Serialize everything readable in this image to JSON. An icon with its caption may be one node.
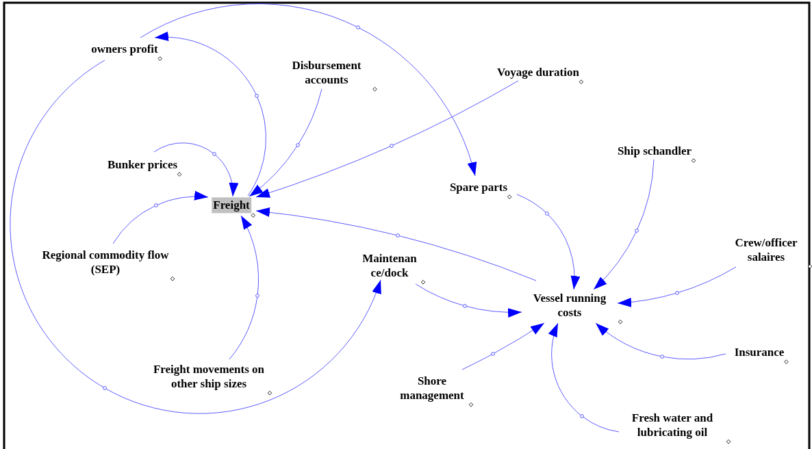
{
  "diagram": {
    "nodes": [
      {
        "text": [
          "owners profit"
        ]
      },
      {
        "text": [
          "Disbursement accounts"
        ]
      },
      {
        "text": [
          "Voyage duration"
        ]
      },
      {
        "text": [
          "Bunker prices"
        ]
      },
      {
        "text": [
          "Freight"
        ]
      },
      {
        "text": [
          "Spare parts"
        ]
      },
      {
        "text": [
          "Ship schandler"
        ]
      },
      {
        "text": [
          "Regional commodity flow (SEP)"
        ]
      },
      {
        "text": [
          "Maintenan ce/dock"
        ]
      },
      {
        "text": [
          "Crew/officer salaires"
        ]
      },
      {
        "text": [
          "Vessel running costs"
        ]
      },
      {
        "text": [
          "Insurance"
        ]
      },
      {
        "text": [
          "Freight movements on other ship sizes"
        ]
      },
      {
        "text": [
          "Shore management"
        ]
      },
      {
        "text": [
          "Fresh water and lubricating oil"
        ]
      }
    ],
    "edges": [
      {
        "from": 4,
        "to": 0,
        "arrow": "to"
      },
      {
        "from": 0,
        "to": 5,
        "arrow": "to"
      },
      {
        "from": 0,
        "to": 8,
        "arrow": "to"
      },
      {
        "from": 1,
        "to": 4,
        "arrow": "to"
      },
      {
        "from": 2,
        "to": 4,
        "arrow": "to"
      },
      {
        "from": 3,
        "to": 4,
        "arrow": "to"
      },
      {
        "from": 7,
        "to": 4,
        "arrow": "to"
      },
      {
        "from": 12,
        "to": 4,
        "arrow": "to"
      },
      {
        "from": 10,
        "to": 4,
        "arrow": "to"
      },
      {
        "from": 5,
        "to": 10,
        "arrow": "to"
      },
      {
        "from": 6,
        "to": 10,
        "arrow": "to"
      },
      {
        "from": 9,
        "to": 10,
        "arrow": "to"
      },
      {
        "from": 8,
        "to": 10,
        "arrow": "to"
      },
      {
        "from": 13,
        "to": 10,
        "arrow": "to"
      },
      {
        "from": 11,
        "to": 10,
        "arrow": "to"
      },
      {
        "from": 14,
        "to": 10,
        "arrow": "to"
      }
    ]
  }
}
